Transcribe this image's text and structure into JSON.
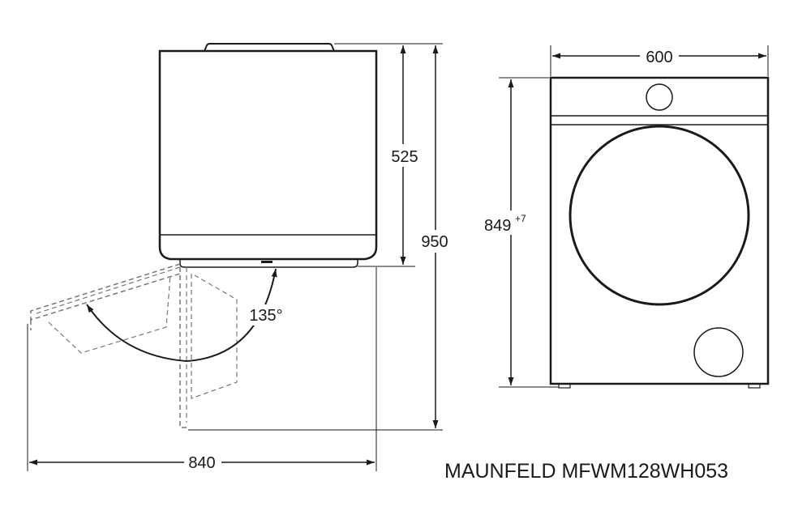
{
  "side_view": {
    "depth_label": "840",
    "depth_without_door_label": "525",
    "height_label": "950",
    "door_angle_label": "135°"
  },
  "front_view": {
    "width_label": "600",
    "height_label": "849",
    "height_tolerance_label": "+7"
  },
  "model_name": "MAUNFELD MFWM128WH053",
  "colors": {
    "line": "#1a1a1a",
    "dashed": "#777777",
    "background": "#ffffff"
  }
}
